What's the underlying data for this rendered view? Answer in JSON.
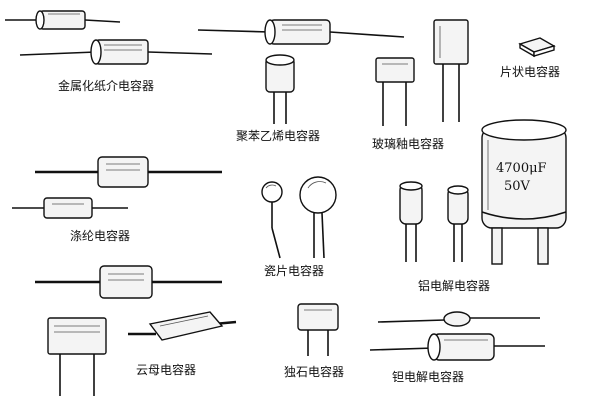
{
  "labels": {
    "metal_paper": "金属化纸介电容器",
    "polystyrene": "聚苯乙烯电容器",
    "glass_glaze": "玻璃釉电容器",
    "chip": "片状电容器",
    "polyester": "涤纶电容器",
    "ceramic": "瓷片电容器",
    "aluminum_electrolytic": "铝电解电容器",
    "mica": "云母电容器",
    "monolithic": "独石电容器",
    "tantalum_electrolytic": "钽电解电容器"
  },
  "capacitor_marking": {
    "capacitance": "4700μF",
    "voltage": "50V"
  }
}
